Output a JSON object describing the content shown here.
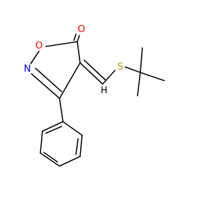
{
  "molecule": {
    "atoms": [
      {
        "id": "O1",
        "symbol": "O"
      },
      {
        "id": "N2",
        "symbol": "N"
      },
      {
        "id": "S",
        "symbol": "S"
      },
      {
        "id": "H",
        "symbol": "H"
      }
    ],
    "carbonyl_oxygen": {
      "symbol": "O"
    }
  },
  "colors": {
    "oxygen": "#ff0000",
    "nitrogen": "#0000ff",
    "sulfur": "#b5a000",
    "bond": "#000000",
    "hydrogen": "#000000"
  }
}
